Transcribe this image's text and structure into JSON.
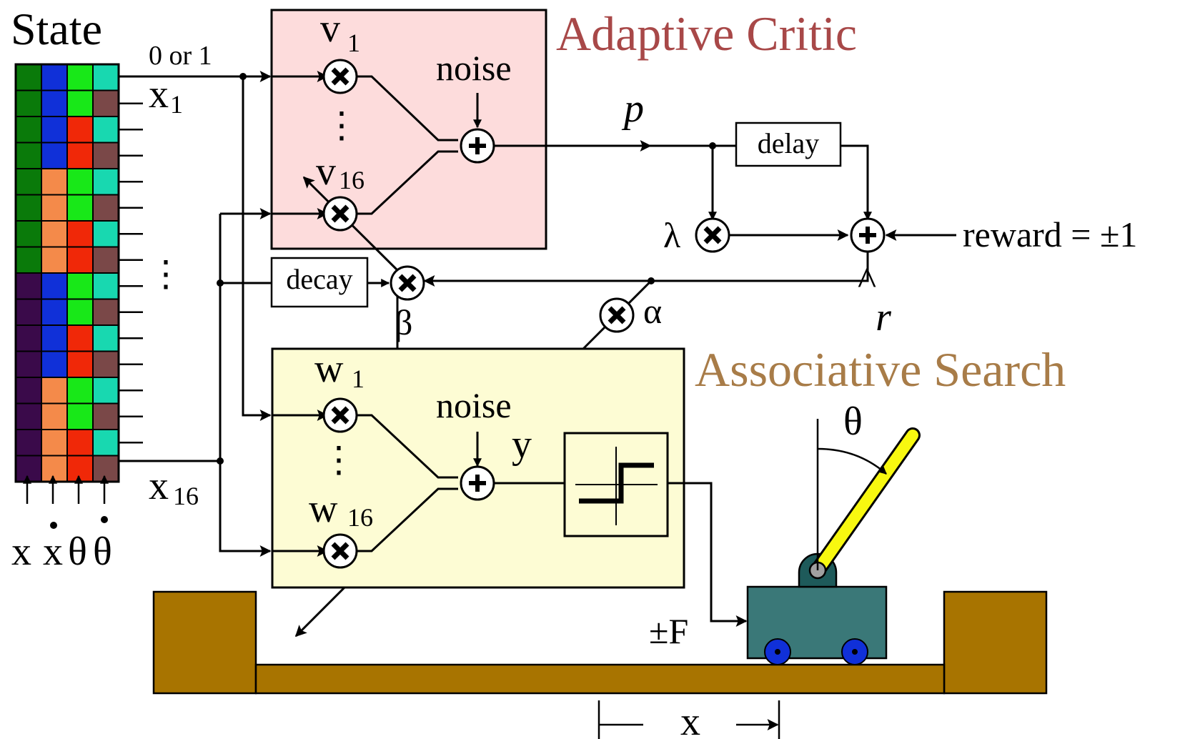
{
  "labels": {
    "state": "State",
    "zero_or_one": "0 or 1",
    "x": "x",
    "x1_sub": "1",
    "x16_sub": "16",
    "v": "v",
    "v1_sub": "1",
    "v16_sub": "16",
    "w": "w",
    "w1_sub": "1",
    "w16_sub": "16",
    "noise": "noise",
    "p": "p",
    "delay": "delay",
    "decay": "decay",
    "lambda": "λ",
    "beta": "β",
    "alpha": "α",
    "reward": "reward = ±1",
    "r": "r",
    "r_hat": "^",
    "y": "y",
    "theta": "θ",
    "force": "±F",
    "state_vars": [
      "x",
      "x",
      "θ",
      "θ"
    ],
    "cart_x": "x",
    "vdots": "⋮"
  },
  "titles": {
    "adaptive_critic": "Adaptive Critic",
    "associative_search": "Associative Search"
  },
  "state_grid": {
    "columns": [
      [
        "#0a7a0a",
        "#0a7a0a",
        "#0a7a0a",
        "#0a7a0a",
        "#0a7a0a",
        "#0a7a0a",
        "#0a7a0a",
        "#0a7a0a",
        "#3a0a4a",
        "#3a0a4a",
        "#3a0a4a",
        "#3a0a4a",
        "#3a0a4a",
        "#3a0a4a",
        "#3a0a4a",
        "#3a0a4a"
      ],
      [
        "#1030d8",
        "#1030d8",
        "#1030d8",
        "#1030d8",
        "#f48a4a",
        "#f48a4a",
        "#f48a4a",
        "#f48a4a",
        "#1030d8",
        "#1030d8",
        "#1030d8",
        "#1030d8",
        "#f48a4a",
        "#f48a4a",
        "#f48a4a",
        "#f48a4a"
      ],
      [
        "#18e818",
        "#18e818",
        "#f02808",
        "#f02808",
        "#18e818",
        "#18e818",
        "#f02808",
        "#f02808",
        "#18e818",
        "#18e818",
        "#f02808",
        "#f02808",
        "#18e818",
        "#18e818",
        "#f02808",
        "#f02808"
      ],
      [
        "#18d8b0",
        "#7a4848",
        "#18d8b0",
        "#7a4848",
        "#18d8b0",
        "#7a4848",
        "#18d8b0",
        "#7a4848",
        "#18d8b0",
        "#7a4848",
        "#18d8b0",
        "#7a4848",
        "#18d8b0",
        "#7a4848",
        "#18d8b0",
        "#7a4848"
      ]
    ]
  },
  "colors": {
    "critic_fill": "#fddcdc",
    "critic_title": "#a84848",
    "search_fill": "#fdfcd4",
    "search_title": "#a87c48",
    "track": "#a87400",
    "cart": "#3a7878",
    "wheel": "#1030d8",
    "pole": "#f8f810"
  }
}
